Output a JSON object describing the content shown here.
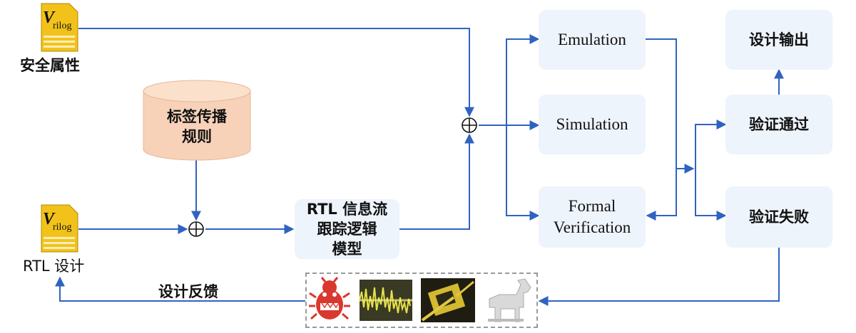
{
  "inputs": {
    "security_props_label": "安全属性",
    "rtl_design_label": "RTL 设计",
    "verilog_icon_letter": "V",
    "verilog_icon_text": "rilog"
  },
  "rules": {
    "line1": "标签传播",
    "line2": "规则"
  },
  "model": {
    "line1": "RTL 信息流",
    "line2": "跟踪逻辑",
    "line3": "模型"
  },
  "methods": {
    "emulation": "Emulation",
    "simulation": "Simulation",
    "formal_line1": "Formal",
    "formal_line2": "Verification"
  },
  "results": {
    "pass": "验证通过",
    "fail": "验证失败",
    "output": "设计输出"
  },
  "feedback": {
    "label": "设计反馈",
    "images": [
      "bug-icon",
      "waveform-image",
      "chip-probe-image",
      "trojan-horse-icon"
    ]
  },
  "colors": {
    "arrow": "#2f63c2",
    "box_fill": "#eef4fb",
    "cylinder_fill": "#f7d2b8",
    "file_icon": "#f2c21a"
  }
}
